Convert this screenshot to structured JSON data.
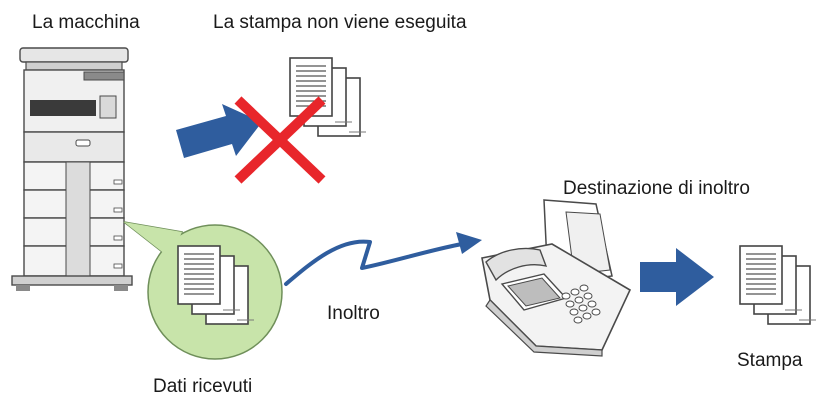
{
  "labels": {
    "machine": "La macchina",
    "no_print": "La stampa non viene eseguita",
    "destination": "Destinazione di inoltro",
    "forward": "Inoltro",
    "received": "Dati ricevuti",
    "print": "Stampa"
  },
  "colors": {
    "arrow": "#2f5d9e",
    "cross": "#e8262b",
    "bubble": "#c8e4aa",
    "bubble_border": "#6f8f5a",
    "device_light": "#f3f3f3",
    "device_mid": "#d8d8d8",
    "device_dark": "#3a3a3a"
  },
  "icons": {
    "machine": "multifunction-printer-icon",
    "fax": "fax-machine-icon",
    "documents": "document-stack-icon",
    "no_print": "red-cross-icon"
  }
}
